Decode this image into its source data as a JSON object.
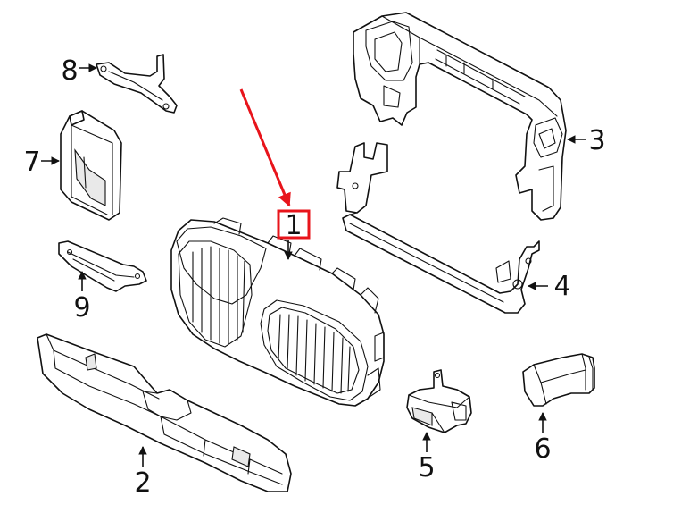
{
  "callouts": {
    "c1": "1",
    "c2": "2",
    "c3": "3",
    "c4": "4",
    "c5": "5",
    "c6": "6",
    "c7": "7",
    "c8": "8",
    "c9": "9"
  },
  "highlight": {
    "target": "1",
    "color": "#e8141b"
  }
}
